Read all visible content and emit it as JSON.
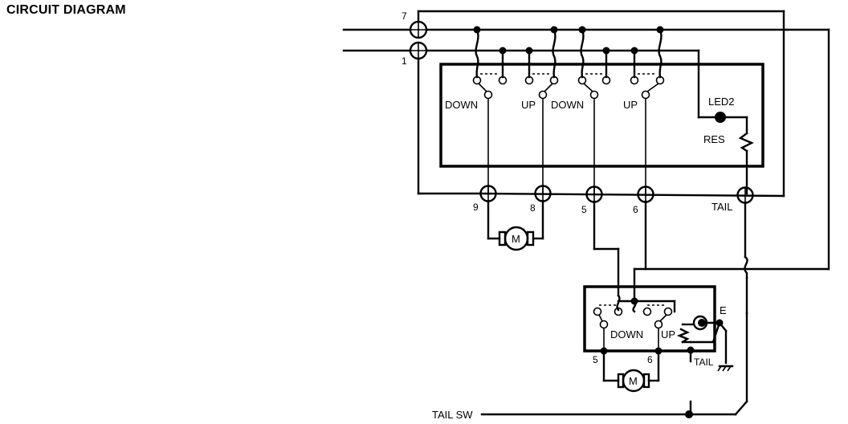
{
  "title": "CIRCUIT DIAGRAM",
  "terminals": {
    "t7": "7",
    "t1": "1",
    "t9": "9",
    "t8": "8",
    "t5": "5",
    "t6": "6",
    "tail": "TAIL"
  },
  "main_unit": {
    "switch_labels": [
      "DOWN",
      "UP",
      "DOWN",
      "UP"
    ],
    "led": "LED2",
    "resistor": "RES",
    "motor": "M"
  },
  "tail_unit": {
    "down": "DOWN",
    "up": "UP",
    "earth": "E",
    "tail": "TAIL",
    "t5": "5",
    "t6": "6",
    "motor": "M"
  },
  "tail_switch": "TAIL SW"
}
